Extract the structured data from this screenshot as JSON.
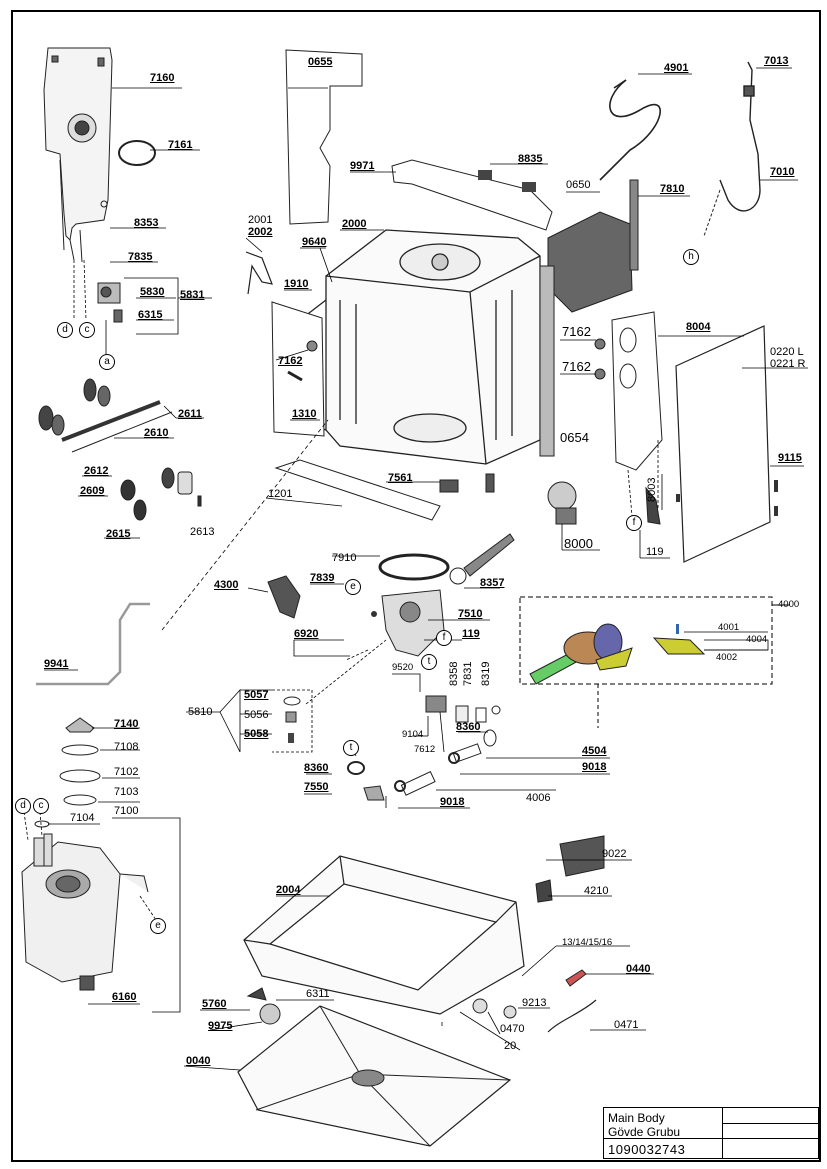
{
  "title_block": {
    "title": "Main Body",
    "subtitle": "Gövde Grubu",
    "document_number": "1090032743"
  },
  "labels": {
    "l7160": "7160",
    "l7161": "7161",
    "l8353": "8353",
    "l7835": "7835",
    "l5830": "5830",
    "l5831": "5831",
    "l6315": "6315",
    "l2611": "2611",
    "l2610": "2610",
    "l2612": "2612",
    "l2609": "2609",
    "l2615": "2615",
    "l2613": "2613",
    "l0655": "0655",
    "l9971": "9971",
    "l8835": "8835",
    "l2001": "2001",
    "l2002": "2002",
    "l9640": "9640",
    "l2000": "2000",
    "l1910": "1910",
    "l7162a": "7162",
    "l1310": "1310",
    "l7561": "7561",
    "l1201": "1201",
    "l4901": "4901",
    "l7013": "7013",
    "l7010": "7010",
    "l0650": "0650",
    "l7810": "7810",
    "l7162b": "7162",
    "l7162c": "7162",
    "l0654": "0654",
    "l8004": "8004",
    "l0220": "0220 L",
    "l0221": "0221 R",
    "l9115": "9115",
    "l8003": "8003",
    "l8000": "8000",
    "l119a": "119",
    "l7910": "7910",
    "l4300": "4300",
    "l7839": "7839",
    "l8357": "8357",
    "l7510": "7510",
    "l6920": "6920",
    "l119b": "119",
    "l4000": "4000",
    "l4001": "4001",
    "l4004": "4004",
    "l4002": "4002",
    "l9941": "9941",
    "l9520": "9520",
    "l8358": "8358",
    "l7831": "7831",
    "l8319": "8319",
    "l5810": "5810",
    "l5057": "5057",
    "l5056": "5056",
    "l5058": "5058",
    "l9104": "9104",
    "l8360a": "8360",
    "l7612": "7612",
    "l4504": "4504",
    "l9018a": "9018",
    "l8360b": "8360",
    "l7550": "7550",
    "l9018b": "9018",
    "l4006": "4006",
    "l7140": "7140",
    "l7108": "7108",
    "l7102": "7102",
    "l7103": "7103",
    "l7104": "7104",
    "l7100": "7100",
    "l6160": "6160",
    "l9022": "9022",
    "l4210": "4210",
    "l2004": "2004",
    "l13": "13/14/15/16",
    "l0440": "0440",
    "l9213": "9213",
    "l0470": "0470",
    "l0471": "0471",
    "l20": "20",
    "l6311": "6311",
    "l5760": "5760",
    "l9975": "9975",
    "l0040": "0040"
  },
  "callouts": {
    "ca": "a",
    "cc": "c",
    "cd": "d",
    "ch": "h",
    "cf1": "f",
    "ce1": "e",
    "cf2": "f",
    "ct1": "t",
    "ct2": "t",
    "cd2": "d",
    "cc2": "c",
    "ce2": "e",
    "ct3": "t"
  }
}
